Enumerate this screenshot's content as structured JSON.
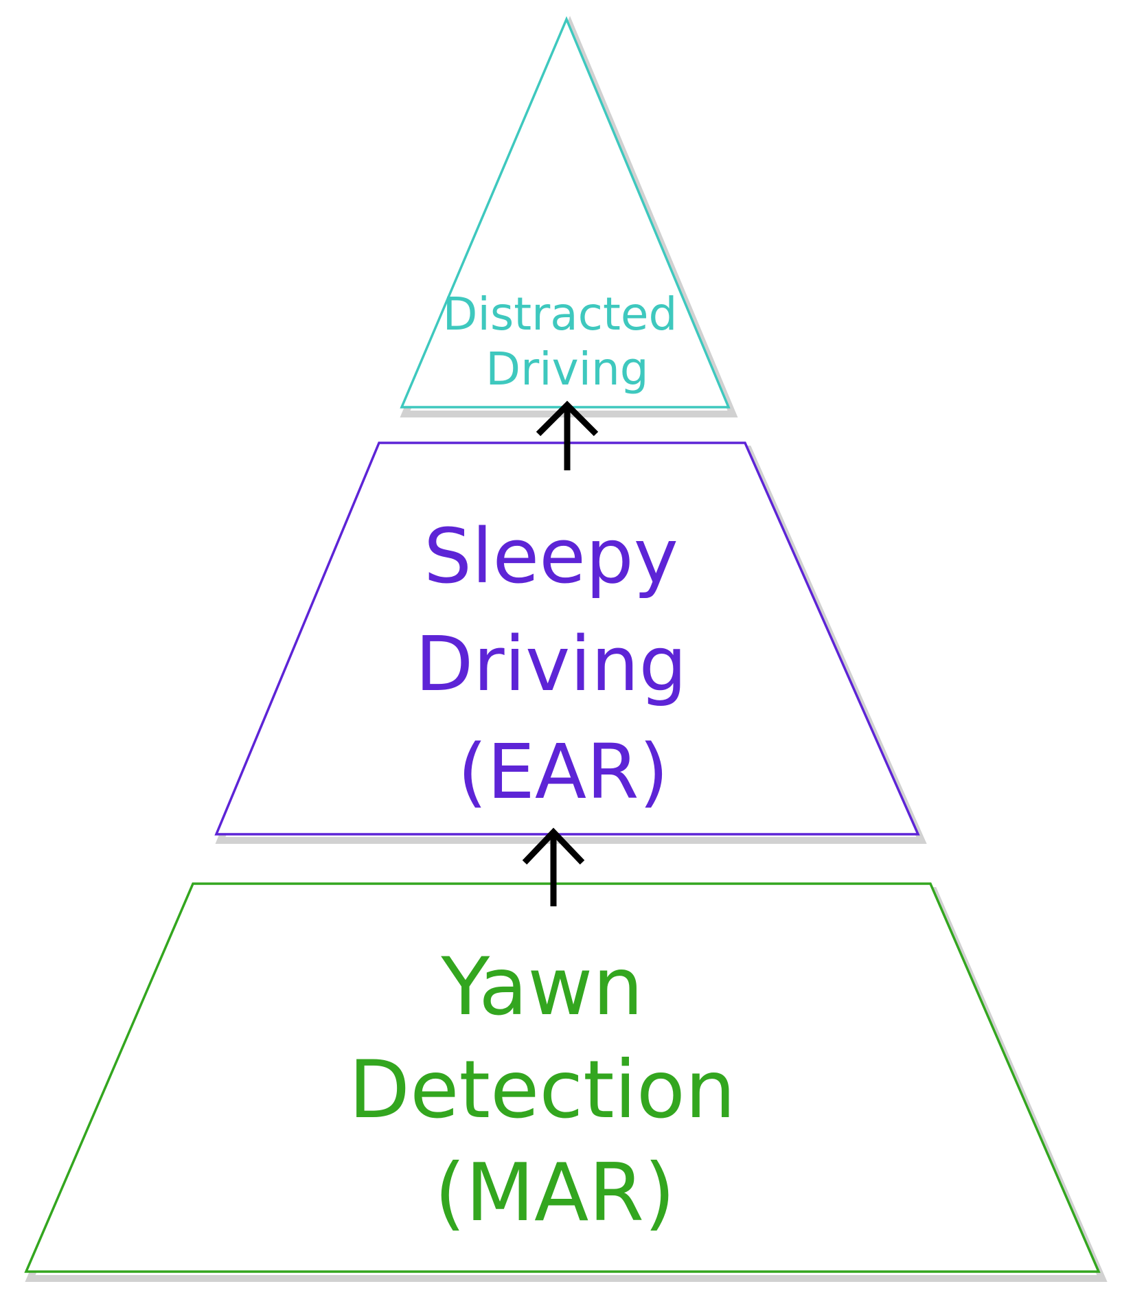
{
  "colors": {
    "top": "#3ec8be",
    "middle": "#5d24d6",
    "bottom": "#33a61f",
    "arrow": "#000000"
  },
  "tiers": {
    "top": {
      "lines": [
        "Distracted",
        "Driving"
      ]
    },
    "middle": {
      "lines": [
        "Sleepy",
        "Driving",
        "(EAR)"
      ]
    },
    "bottom": {
      "lines": [
        "Yawn",
        "Detection",
        "(MAR)"
      ]
    }
  }
}
